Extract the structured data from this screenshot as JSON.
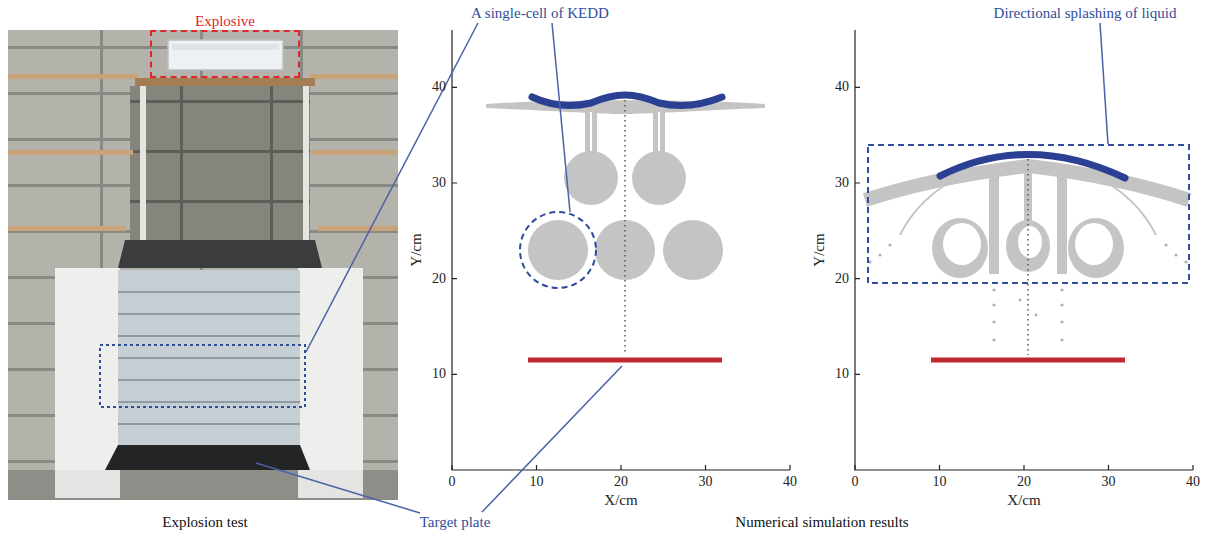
{
  "diagram": {
    "nodes": [
      {
        "text": [
          "Explosive"
        ]
      }
    ],
    "labels": [
      "A single-cell of KEDD",
      "Directional splashing of liquid",
      "Target plate",
      "Explosion test",
      "Numerical simulation results",
      "40",
      "30",
      "20",
      "10",
      "0",
      "10",
      "20",
      "30",
      "40",
      "Y/cm",
      "X/cm",
      "40",
      "30",
      "20",
      "10",
      "0",
      "10",
      "20",
      "30",
      "40",
      "Y/cm",
      "X/cm"
    ]
  }
}
